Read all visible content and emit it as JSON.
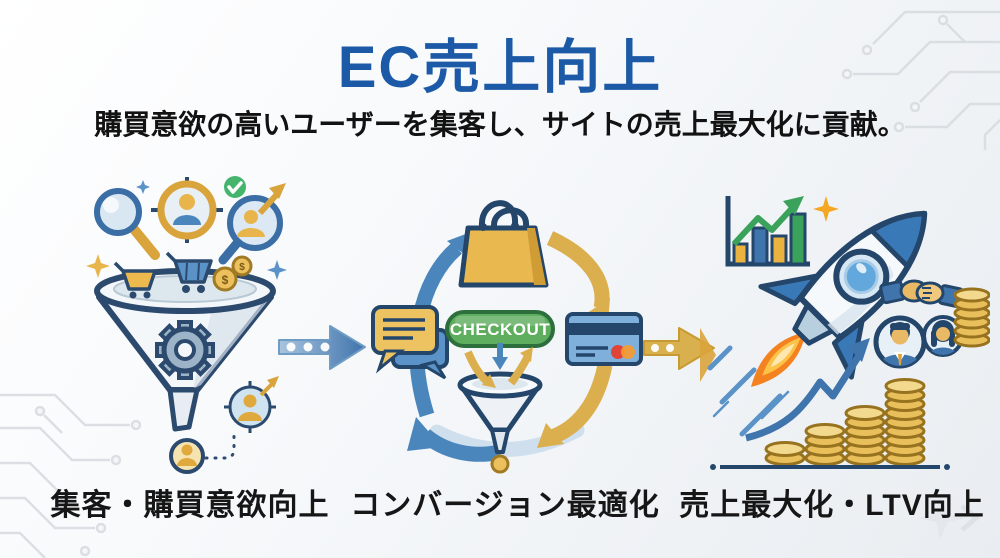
{
  "header": {
    "title": "EC売上向上",
    "subtitle": "購買意欲の高いユーザーを集客し、サイトの売上最大化に貢献。"
  },
  "stages": [
    {
      "id": "attract",
      "label": "集客・購買意欲向上",
      "icons": [
        "magnifier-icon",
        "target-user-icon",
        "check-badge-icon",
        "user-growth-magnifier-icon",
        "gold-cart-icon",
        "blue-cart-icon",
        "dollar-coin-icon",
        "funnel-icon",
        "gear-icon",
        "user-badge-icon",
        "target-person-icon",
        "sparkle-icon"
      ]
    },
    {
      "id": "conversion",
      "label": "コンバージョン最適化",
      "checkout_button": "CHECKOUT",
      "icons": [
        "shopping-bag-icon",
        "cycle-arrow-blue-icon",
        "cycle-arrow-gold-icon",
        "chat-bubbles-icon",
        "credit-card-icon",
        "mini-funnel-icon",
        "inflow-arrow-icon",
        "outflow-arrow-icon",
        "down-arrow-icon",
        "coin-icon"
      ]
    },
    {
      "id": "maximize",
      "label": "売上最大化・LTV向上",
      "icons": [
        "bar-chart-icon",
        "growth-arrow-icon",
        "sparkle-icon",
        "rocket-icon",
        "flame-icon",
        "speed-lines-icon",
        "handshake-icon",
        "avatar-man-icon",
        "avatar-woman-icon",
        "rising-arrow-icon",
        "coin-stack-icon"
      ]
    }
  ],
  "connectors": [
    {
      "name": "flow-arrow-blue",
      "color": "#4a7fb5",
      "dots": 3
    },
    {
      "name": "flow-arrow-gold",
      "color": "#d9b04e",
      "dots": 2
    }
  ],
  "coin_symbol": "$",
  "colors": {
    "title_blue": "#1c59a6",
    "text_black": "#161616",
    "illustration_blue": "#3f74ad",
    "light_blue": "#cfe4f0",
    "navy_outline": "#24466b",
    "gold": "#e2b04a",
    "checkout_green": "#5aa85a",
    "check_badge_green": "#45b56e",
    "growth_green": "#3aa25a",
    "flame_orange": "#f58220",
    "background": "#eef1f4",
    "circuit_gray": "#d6dbe0"
  }
}
